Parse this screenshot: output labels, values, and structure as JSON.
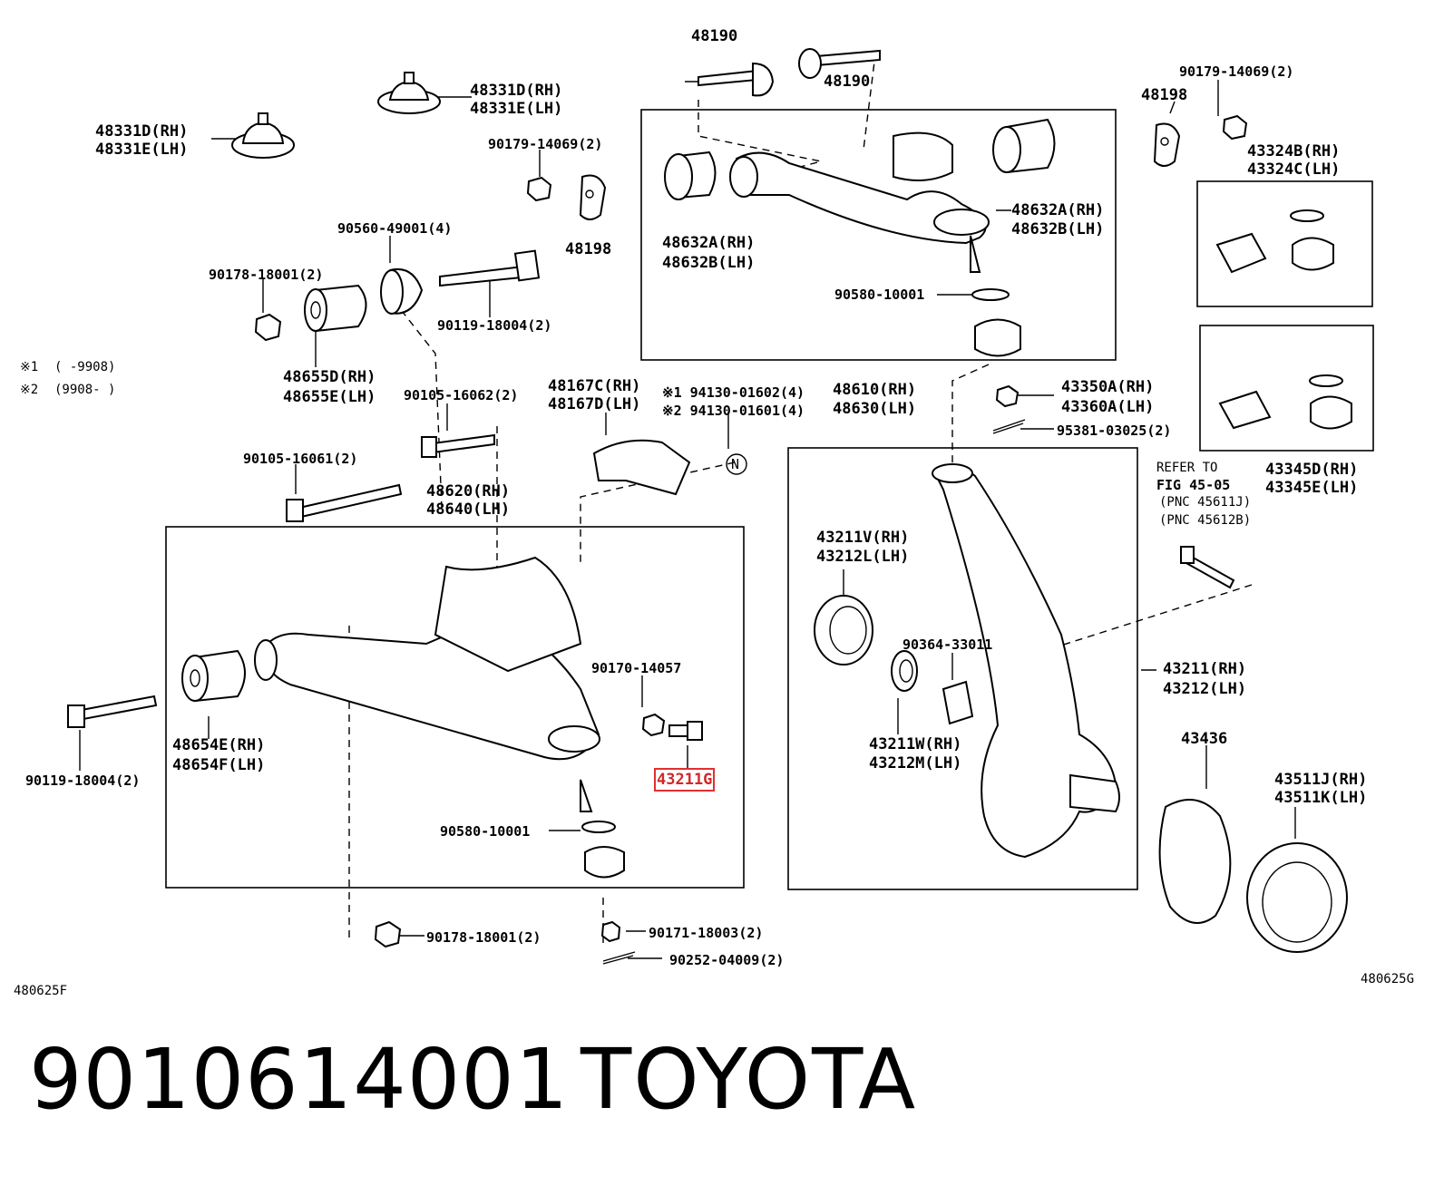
{
  "parts": {
    "p48190_top": "48190",
    "p48190_right": "48190",
    "p48331_a_rh": "48331D(RH)",
    "p48331_a_lh": "48331E(LH)",
    "p48331_b_rh": "48331D(RH)",
    "p48331_b_lh": "48331E(LH)",
    "p90179_a": "90179-14069(2)",
    "p48198_a": "48198",
    "p90560": "90560-49001(4)",
    "p90178_a": "90178-18001(2)",
    "p90119_a": "90119-18004(2)",
    "note1_mark": "※1",
    "note1_text": "(     -9908)",
    "note2_mark": "※2",
    "note2_text": "(9908-     )",
    "p48655_rh": "48655D(RH)",
    "p48655_lh": "48655E(LH)",
    "p90105_a": "90105-16062(2)",
    "p48167_rh": "48167C(RH)",
    "p48167_lh": "48167D(LH)",
    "p94130_a": "※1 94130-01602(4)",
    "p94130_b": "※2 94130-01601(4)",
    "p48610_rh": "48610(RH)",
    "p48630_lh": "48630(LH)",
    "p90105_b": "90105-16061(2)",
    "p48620_rh": "48620(RH)",
    "p48640_lh": "48640(LH)",
    "circle_n": "N",
    "p48632_left_rh": "48632A(RH)",
    "p48632_left_lh": "48632B(LH)",
    "p48632_right_rh": "48632A(RH)",
    "p48632_right_lh": "48632B(LH)",
    "p90580_a": "90580-10001",
    "p48198_b": "48198",
    "p90179_b": "90179-14069(2)",
    "p43324_rh": "43324B(RH)",
    "p43324_lh": "43324C(LH)",
    "p43350_rh": "43350A(RH)",
    "p43360_lh": "43360A(LH)",
    "p95381": "95381-03025(2)",
    "p43345_rh": "43345D(RH)",
    "p43345_lh": "43345E(LH)",
    "refer1": "REFER TO",
    "refer2": "FIG 45-05",
    "refer3": "(PNC 45611J)",
    "refer4": "(PNC 45612B)",
    "p43211v_rh": "43211V(RH)",
    "p43212l_lh": "43212L(LH)",
    "p90364": "90364-33011",
    "p43211_rh": "43211(RH)",
    "p43212_lh": "43212(LH)",
    "p43211w_rh": "43211W(RH)",
    "p43212m_lh": "43212M(LH)",
    "p43436": "43436",
    "p43511_rh": "43511J(RH)",
    "p43511_lh": "43511K(LH)",
    "p90170": "90170-14057",
    "p43211g": "43211G",
    "p48654_rh": "48654E(RH)",
    "p48654_lh": "48654F(LH)",
    "p90119_b": "90119-18004(2)",
    "p90580_b": "90580-10001",
    "p90178_b": "90178-18001(2)",
    "p90171": "90171-18003(2)",
    "p90252": "90252-04009(2)",
    "fig_left": "480625F",
    "fig_right": "480625G"
  },
  "highlight_color": "#e03030",
  "footer": {
    "part_number": "9010614001",
    "brand": "TOYOTA"
  }
}
